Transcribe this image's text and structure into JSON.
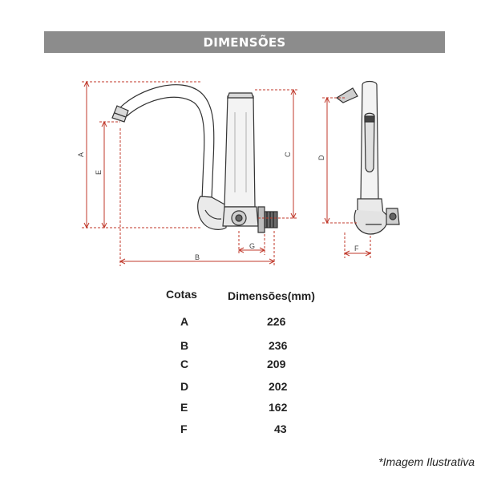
{
  "title": "DIMENSÕES",
  "labels": {
    "A": "A",
    "B": "B",
    "C": "C",
    "D": "D",
    "E": "E",
    "F": "F",
    "G": "G"
  },
  "table": {
    "header_cotas": "Cotas",
    "header_dim": "Dimensões(mm)",
    "rows": [
      {
        "cota": "A",
        "value": "226"
      },
      {
        "cota": "B",
        "value": "236"
      },
      {
        "cota": "C",
        "value": "209"
      },
      {
        "cota": "D",
        "value": "202"
      },
      {
        "cota": "E",
        "value": "162"
      },
      {
        "cota": "F",
        "value": "43"
      }
    ]
  },
  "footnote": "*Imagem Ilustrativa",
  "colors": {
    "banner": "#8c8c8c",
    "dimension_line": "#c0392b",
    "outline": "#333333"
  }
}
